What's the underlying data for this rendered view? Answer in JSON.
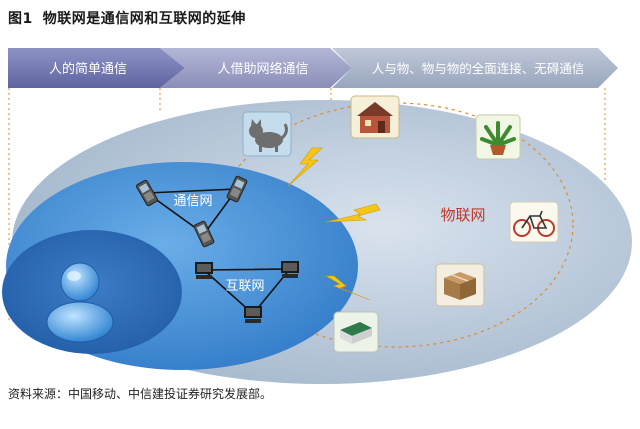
{
  "figure": {
    "number": "图1",
    "title": "物联网是通信网和互联网的延伸"
  },
  "stages": [
    {
      "label": "人的简单通信"
    },
    {
      "label": "人借助网络通信"
    },
    {
      "label": "人与物、物与物的全面连接、无碍通信"
    }
  ],
  "networks": {
    "telecom": "通信网",
    "internet": "互联网",
    "iot": "物联网"
  },
  "icons": {
    "person": "person-icon",
    "phone": "mobile-phone-icon",
    "computer": "desktop-computer-icon",
    "cat": "cat-icon",
    "house": "house-icon",
    "plant": "potted-plant-icon",
    "bicycle": "bicycle-icon",
    "package": "package-icon",
    "book": "book-icon",
    "lightning": "lightning-icon"
  },
  "colors": {
    "arrow_1": "#7b7fb6",
    "arrow_2": "#9a9fc4",
    "arrow_3": "#aab3c8",
    "outer_ellipse": "#9fb1c9",
    "mid_ellipse": "#3f88d2",
    "inner_ellipse": "#2b64ad",
    "iot_label": "#c0392b",
    "lightning": "#f5c518"
  },
  "source": "资料来源：中国移动、中信建投证券研究发展部。"
}
